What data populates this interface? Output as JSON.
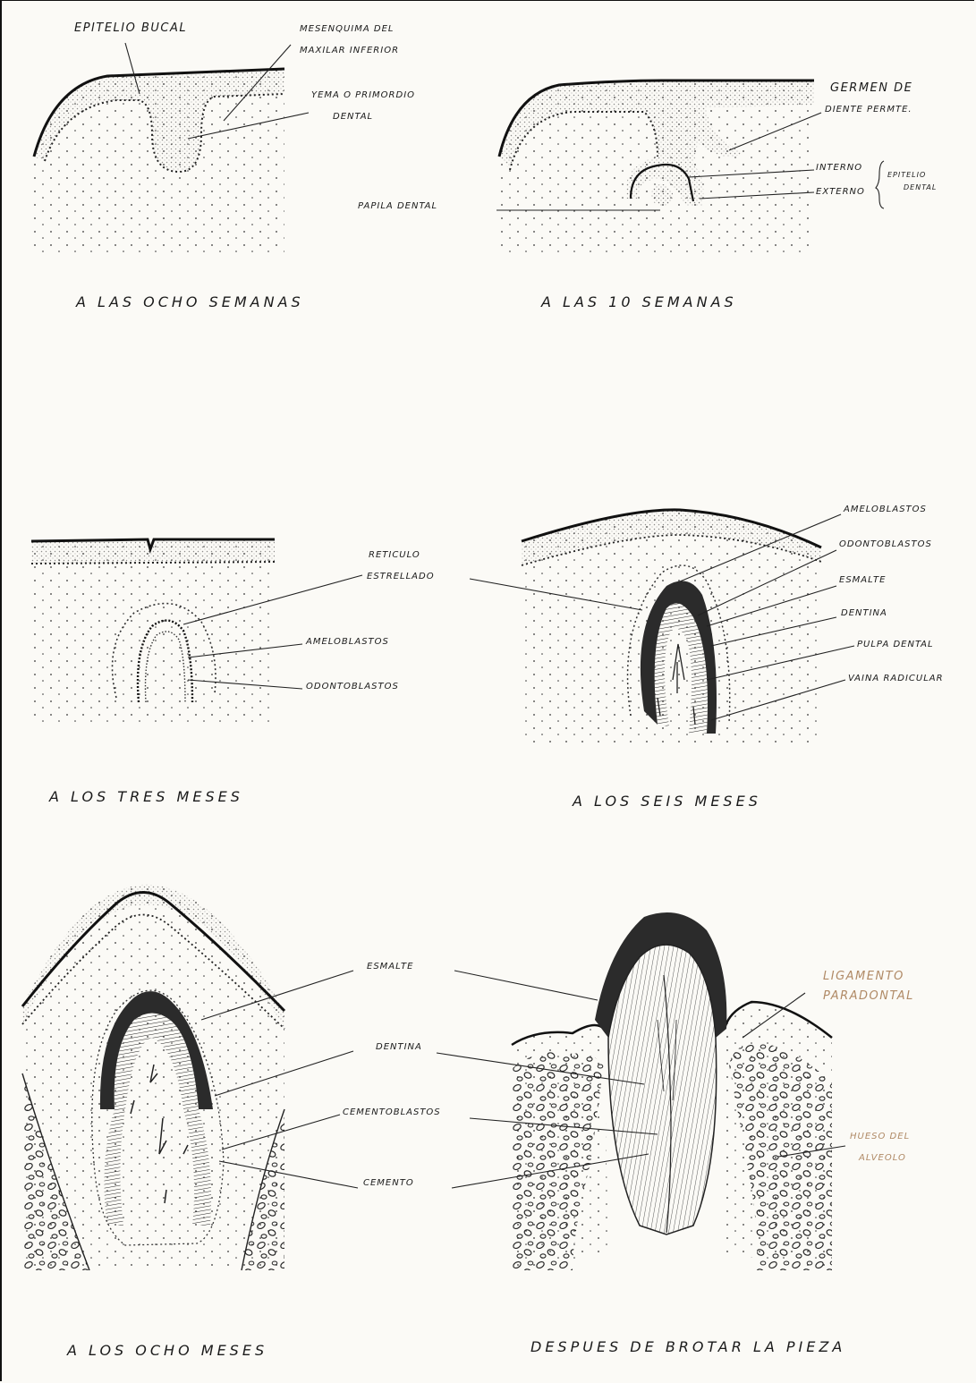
{
  "panels": [
    {
      "caption": "A LAS OCHO SEMANAS",
      "labels": {
        "epitelio_bucal": "EPITELIO BUCAL",
        "mesenquima_1": "MESENQUIMA DEL",
        "mesenquima_2": "MAXILAR INFERIOR",
        "yema_1": "YEMA O PRIMORDIO",
        "yema_2": "DENTAL"
      }
    },
    {
      "caption": "A LAS 10 SEMANAS",
      "labels": {
        "germen_1": "GERMEN DE",
        "germen_2": "DIENTE PERMTE.",
        "interno": "INTERNO",
        "externo": "EXTERNO",
        "epitelio_dental_1": "EPITELIO",
        "epitelio_dental_2": "DENTAL",
        "papila": "PAPILA DENTAL"
      }
    },
    {
      "caption": "A LOS TRES MESES",
      "labels": {
        "reticulo_1": "RETICULO",
        "reticulo_2": "ESTRELLADO",
        "ameloblastos": "AMELOBLASTOS",
        "odontoblastos": "ODONTOBLASTOS"
      }
    },
    {
      "caption": "A LOS SEIS MESES",
      "labels": {
        "ameloblastos": "AMELOBLASTOS",
        "odontoblastos": "ODONTOBLASTOS",
        "esmalte": "ESMALTE",
        "dentina": "DENTINA",
        "pulpa": "PULPA DENTAL",
        "vaina": "VAINA RADICULAR"
      }
    },
    {
      "caption": "A LOS OCHO MESES",
      "labels": {
        "esmalte": "ESMALTE",
        "dentina": "DENTINA",
        "cementoblastos": "CEMENTOBLASTOS",
        "cemento": "CEMENTO"
      }
    },
    {
      "caption": "DESPUES DE BROTAR LA PIEZA",
      "labels": {
        "ligamento_1": "LIGAMENTO",
        "ligamento_2": "PARADONTAL",
        "hueso_1": "HUESO DEL",
        "hueso_2": "ALVEOLO"
      }
    }
  ],
  "colors": {
    "ink": "#1a1a1a",
    "paper": "#fbfaf6",
    "enamel": "#2b2b2b",
    "pale_label": "#b08a66"
  }
}
